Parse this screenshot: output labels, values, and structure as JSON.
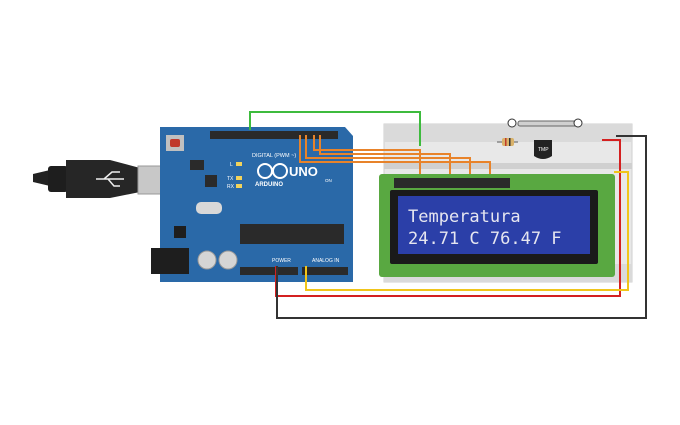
{
  "board": {
    "logo_text": "UNO",
    "brand": "ARDUINO",
    "digital_header": "DIGITAL (PWM ~)",
    "power_label": "POWER",
    "analog_label": "ANALOG IN",
    "led_labels": [
      "L",
      "TX",
      "RX"
    ],
    "on_label": "ON"
  },
  "sensor": {
    "label": "TMP"
  },
  "lcd": {
    "line1": "Temperatura",
    "line2": "24.71 C 76.47 F"
  },
  "colors": {
    "board_blue": "#2a69a8",
    "lcd_green": "#59a841",
    "lcd_screen": "#2b3fa8",
    "wire_green": "#3dbb3d",
    "wire_orange": "#e8832a",
    "wire_red": "#d42020",
    "wire_yellow": "#f0c51a",
    "wire_black": "#333333"
  }
}
